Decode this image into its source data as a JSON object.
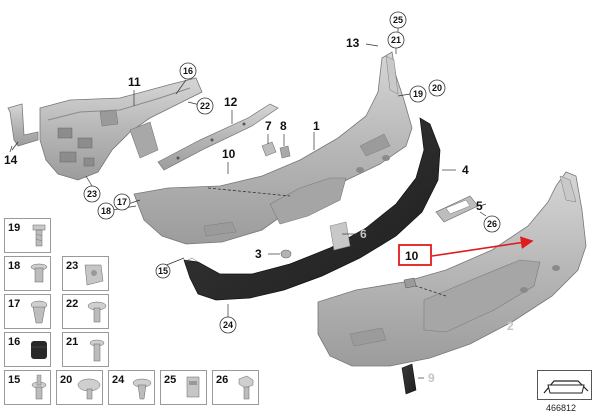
{
  "diagram": {
    "number": "466812",
    "highlighted_callout": "10",
    "accent_color": "#e01b1b",
    "part_color": "#b9b9b9",
    "part_color_dark": "#2b2b2b",
    "callouts": {
      "c1": "1",
      "c2": "2",
      "c3": "3",
      "c4": "4",
      "c5": "5",
      "c6": "6",
      "c7": "7",
      "c8": "8",
      "c9": "9",
      "c10a": "10",
      "c10b": "10",
      "c11": "11",
      "c12": "12",
      "c13": "13",
      "c14": "14",
      "c15": "15",
      "c16": "16",
      "c17": "17",
      "c18": "18",
      "c19": "19",
      "c20": "20",
      "c21": "21",
      "c22": "22",
      "c23": "23",
      "c24": "24",
      "c25": "25",
      "c26": "26"
    }
  },
  "parts_table": {
    "cells": [
      {
        "num": "19"
      },
      {
        "num": "18"
      },
      {
        "num": "23"
      },
      {
        "num": "17"
      },
      {
        "num": "22"
      },
      {
        "num": "16"
      },
      {
        "num": "21"
      },
      {
        "num": "15"
      },
      {
        "num": "20"
      },
      {
        "num": "24"
      },
      {
        "num": "25"
      },
      {
        "num": "26"
      }
    ]
  }
}
